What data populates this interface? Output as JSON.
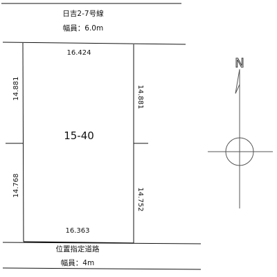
{
  "roads": {
    "north": {
      "name": "日吉2-7号線",
      "width": "幅員：6.0m"
    },
    "south": {
      "name": "位置指定道路",
      "width": "幅員：4m"
    }
  },
  "lot": {
    "number": "15-40",
    "edges": {
      "top": "16.424",
      "bottom": "16.363",
      "left_upper": "14.881",
      "left_lower": "14.768",
      "right_upper": "14.881",
      "right_lower": "14.752"
    }
  },
  "compass": {
    "north_label": "N",
    "icon": "north-arrow-icon"
  },
  "colors": {
    "line": "#111111",
    "background": "#ffffff"
  }
}
